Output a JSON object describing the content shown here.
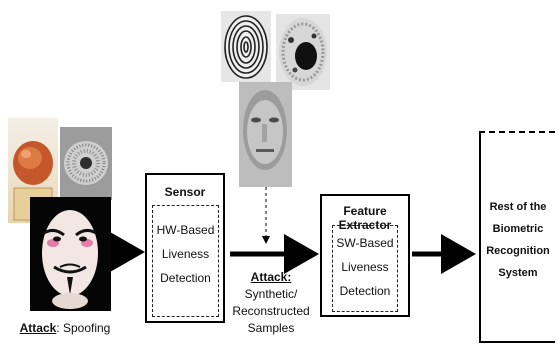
{
  "sensor": {
    "title": "Sensor",
    "detection": [
      "HW-Based",
      "Liveness",
      "Detection"
    ]
  },
  "feature_extractor": {
    "title": "Feature Extractor",
    "detection": [
      "SW-Based",
      "Liveness",
      "Detection"
    ]
  },
  "rest": {
    "lines": [
      "Rest of the",
      "Biometric",
      "Recognition",
      "System"
    ]
  },
  "attack_spoofing": {
    "label": "Attack",
    "text": ": Spoofing"
  },
  "attack_synthetic": {
    "label": "Attack:",
    "lines": [
      "Synthetic/",
      "Reconstructed",
      "Samples"
    ]
  }
}
